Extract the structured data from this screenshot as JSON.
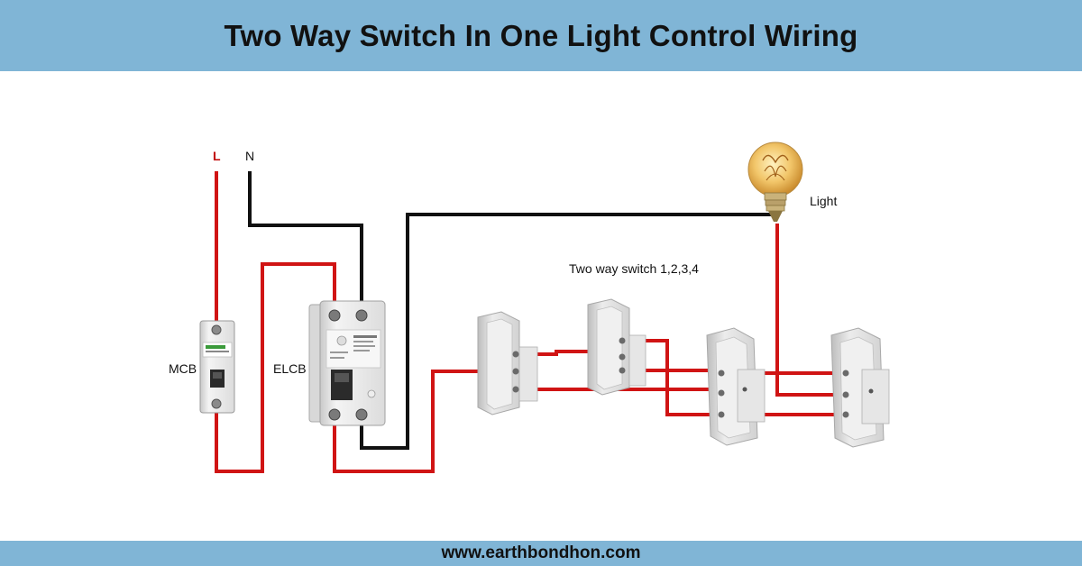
{
  "header": {
    "title": "Two Way Switch In One Light Control Wiring"
  },
  "footer": {
    "website": "www.earthbondhon.com"
  },
  "labels": {
    "live": "L",
    "neutral": "N",
    "mcb": "MCB",
    "elcb": "ELCB",
    "light": "Light",
    "switches": "Two way switch 1,2,3,4"
  },
  "colors": {
    "banner": "#80b5d6",
    "live_wire": "#d01414",
    "neutral_wire": "#111111"
  },
  "icons": [
    "mcb-device",
    "elcb-device",
    "light-bulb-icon",
    "two-way-switch"
  ]
}
